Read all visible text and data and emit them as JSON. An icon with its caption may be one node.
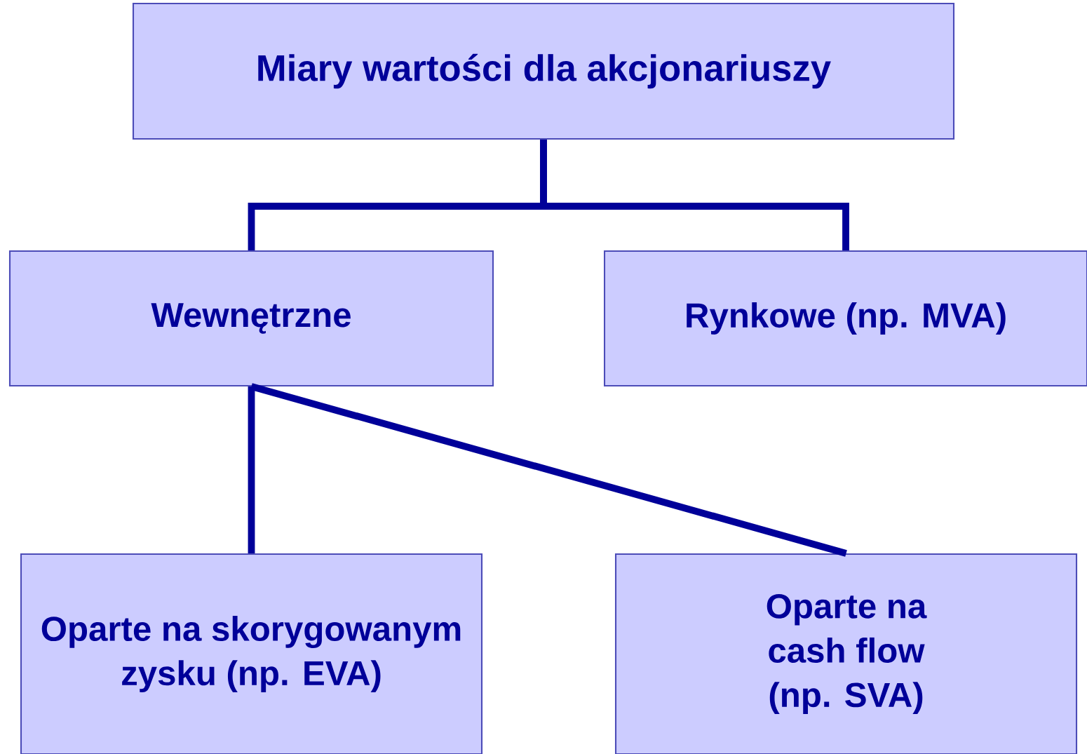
{
  "diagram": {
    "nodes": [
      {
        "text": [
          "Miary wartości dla akcjonariuszy"
        ]
      },
      {
        "text": [
          "Wewnętrzne"
        ]
      },
      {
        "text": [
          "Rynkowe (np. MVA)"
        ]
      },
      {
        "text": [
          "Oparte na skorygowanym zysku (np. EVA)"
        ]
      },
      {
        "text": [
          "Oparte na cash flow (np. SVA)"
        ]
      }
    ],
    "edges": [
      {
        "from": 0,
        "to": 1,
        "arrow": "none"
      },
      {
        "from": 0,
        "to": 2,
        "arrow": "none"
      },
      {
        "from": 1,
        "to": 3,
        "arrow": "none"
      },
      {
        "from": 1,
        "to": 4,
        "arrow": "none"
      }
    ]
  }
}
